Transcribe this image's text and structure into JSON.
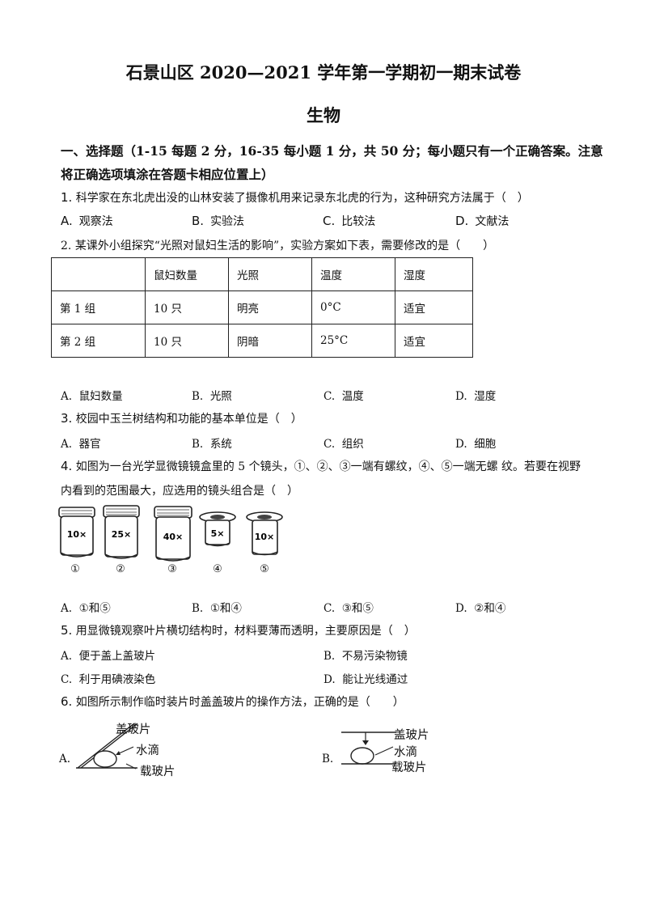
{
  "title": "石景山区 2020—2021 学年第一学期初一期末试卷",
  "subject": "生物",
  "section1": {
    "line1": "一、选择题（1-15 每题 2 分，16-35 每小题 1 分，共 50 分；每小题只有一个正确答案。注意",
    "line2": "将正确选项填涂在答题卡相应位置上）"
  },
  "q1": {
    "num": "1.",
    "text": "科学家在东北虎出没的山林安装了摄像机用来记录东北虎的行为，这种研究方法属于（　）",
    "options": [
      {
        "letter": "A.",
        "text": "观察法"
      },
      {
        "letter": "B.",
        "text": "实验法"
      },
      {
        "letter": "C.",
        "text": "比较法"
      },
      {
        "letter": "D.",
        "text": "文献法"
      }
    ]
  },
  "q2": {
    "num": "2.",
    "text": "某课外小组探究“光照对鼠妇生活的影响”，实验方案如下表，需要修改的是（　　）",
    "table": {
      "headers": [
        "",
        "鼠妇数量",
        "光照",
        "温度",
        "湿度"
      ],
      "rows": [
        [
          "第 1 组",
          "10 只",
          "明亮",
          "0°C",
          "适宜"
        ],
        [
          "第 2 组",
          "10 只",
          "阴暗",
          "25°C",
          "适宜"
        ]
      ]
    },
    "options": [
      {
        "letter": "A.",
        "text": "鼠妇数量"
      },
      {
        "letter": "B.",
        "text": "光照"
      },
      {
        "letter": "C.",
        "text": "温度"
      },
      {
        "letter": "D.",
        "text": "湿度"
      }
    ]
  },
  "q3": {
    "num": "3.",
    "text": "校园中玉兰树结构和功能的基本单位是（　）",
    "options": [
      {
        "letter": "A.",
        "text": "器官"
      },
      {
        "letter": "B.",
        "text": "系统"
      },
      {
        "letter": "C.",
        "text": "组织"
      },
      {
        "letter": "D.",
        "text": "细胞"
      }
    ]
  },
  "q4": {
    "num": "4.",
    "text1": "如图为一台光学显微镜镜盒里的 5 个镜头，①、②、③一端有螺纹，④、⑤一端无螺 纹。若要在视野",
    "text2": "内看到的范围最大，应选用的镜头组合是（　）",
    "lenses": [
      {
        "mag": "10×",
        "num": "①"
      },
      {
        "mag": "25×",
        "num": "②"
      },
      {
        "mag": "40×",
        "num": "③"
      },
      {
        "mag": "5×",
        "num": "④"
      },
      {
        "mag": "10×",
        "num": "⑤"
      }
    ],
    "options": [
      {
        "letter": "A.",
        "text": "①和⑤"
      },
      {
        "letter": "B.",
        "text": "①和④"
      },
      {
        "letter": "C.",
        "text": "③和⑤"
      },
      {
        "letter": "D.",
        "text": "②和④"
      }
    ]
  },
  "q5": {
    "num": "5.",
    "text": "用显微镜观察叶片横切结构时，材料要薄而透明，主要原因是（　）",
    "options": [
      {
        "letter": "A.",
        "text": "便于盖上盖玻片"
      },
      {
        "letter": "B.",
        "text": "不易污染物镜"
      },
      {
        "letter": "C.",
        "text": "利于用碘液染色"
      },
      {
        "letter": "D.",
        "text": "能让光线通过"
      }
    ]
  },
  "q6": {
    "num": "6.",
    "text": "如图所示制作临时装片时盖盖玻片的操作方法，正确的是（　　）",
    "figA": {
      "letter": "A.",
      "cover": "盖玻片",
      "water": "水滴",
      "slide": "载玻片"
    },
    "figB": {
      "letter": "B.",
      "cover": "盖玻片",
      "water": "水滴",
      "slide": "载玻片"
    }
  }
}
